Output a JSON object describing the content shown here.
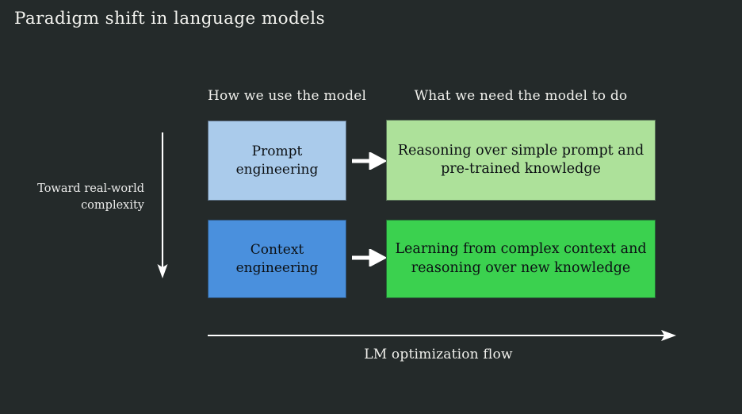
{
  "slide": {
    "title": "Paradigm shift in language models",
    "background_color": "#242a2a",
    "text_color": "#f0f0ec"
  },
  "columns": {
    "left_header": "How we use the model",
    "right_header": "What we need the model to do"
  },
  "rows": [
    {
      "approach": "Prompt\nengineering",
      "approach_line1": "Prompt",
      "approach_line2": "engineering",
      "approach_color": "#aacbeb",
      "requirement_line1": "Reasoning over simple prompt and",
      "requirement_line2": "pre-trained knowledge",
      "requirement_color": "#ade19a",
      "connector_icon": "arrow-right-icon"
    },
    {
      "approach": "Context\nengineering",
      "approach_line1": "Context",
      "approach_line2": "engineering",
      "approach_color": "#4a90dd",
      "requirement_line1": "Learning from complex context and",
      "requirement_line2": "reasoning over new knowledge",
      "requirement_color": "#3bd14f",
      "connector_icon": "arrow-right-icon"
    }
  ],
  "vertical_axis": {
    "label_line1": "Toward real-world",
    "label_line2": "complexity",
    "icon": "arrow-down-icon",
    "color": "#ffffff"
  },
  "horizontal_axis": {
    "label": "LM optimization flow",
    "icon": "arrow-right-icon",
    "color": "#ffffff"
  }
}
